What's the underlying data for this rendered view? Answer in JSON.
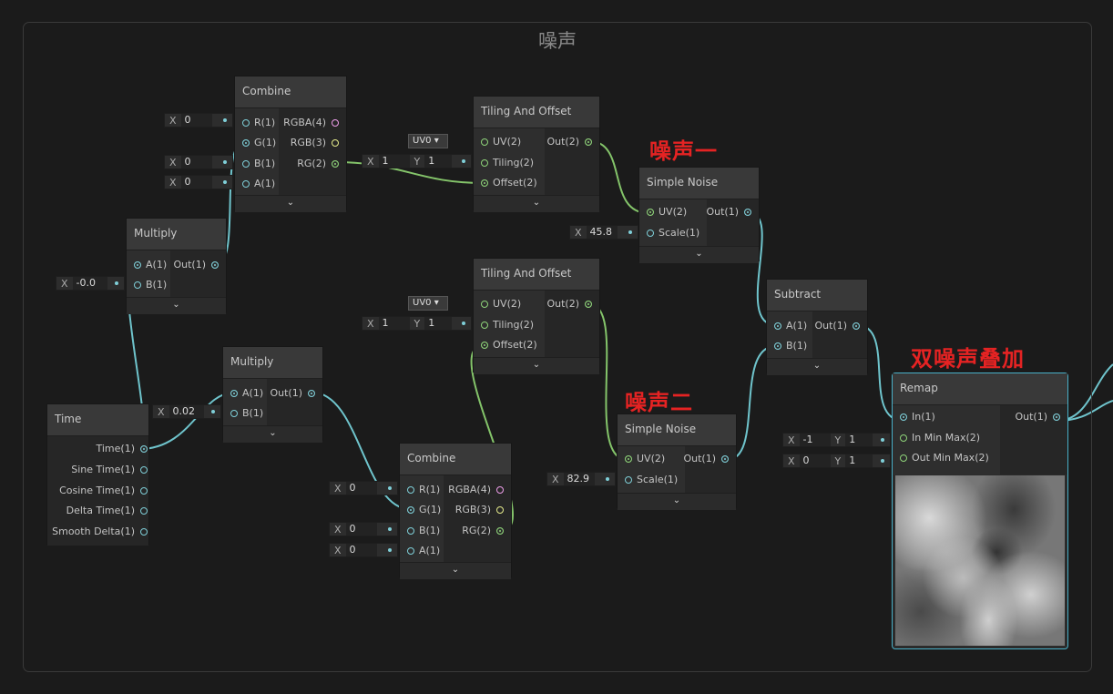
{
  "group_title": "噪声",
  "annotations": [
    "噪声一",
    "噪声二",
    "双噪声叠加"
  ],
  "fold_glyph": "⌄",
  "nodes": {
    "combine_top": {
      "title": "Combine",
      "inputs": [
        "R(1)",
        "G(1)",
        "B(1)",
        "A(1)"
      ],
      "outputs": [
        "RGBA(4)",
        "RGB(3)",
        "RG(2)"
      ],
      "fields": [
        {
          "x": "X",
          "v": "0"
        },
        {
          "x": "X",
          "v": "0"
        },
        {
          "x": "X",
          "v": "0"
        }
      ]
    },
    "tiling_top": {
      "title": "Tiling And Offset",
      "inputs": [
        "UV(2)",
        "Tiling(2)",
        "Offset(2)"
      ],
      "outputs": [
        "Out(2)"
      ],
      "uv": "UV0 ▾",
      "tiling": {
        "x": "X",
        "xv": "1",
        "y": "Y",
        "yv": "1"
      }
    },
    "simple_noise_1": {
      "title": "Simple Noise",
      "inputs": [
        "UV(2)",
        "Scale(1)"
      ],
      "outputs": [
        "Out(1)"
      ],
      "scale": {
        "x": "X",
        "v": "45.8"
      }
    },
    "multiply_top": {
      "title": "Multiply",
      "inputs": [
        "A(1)",
        "B(1)"
      ],
      "outputs": [
        "Out(1)"
      ],
      "b": {
        "x": "X",
        "v": "-0.0"
      }
    },
    "tiling_bottom": {
      "title": "Tiling And Offset",
      "inputs": [
        "UV(2)",
        "Tiling(2)",
        "Offset(2)"
      ],
      "outputs": [
        "Out(2)"
      ],
      "uv": "UV0 ▾",
      "tiling": {
        "x": "X",
        "xv": "1",
        "y": "Y",
        "yv": "1"
      }
    },
    "subtract": {
      "title": "Subtract",
      "inputs": [
        "A(1)",
        "B(1)"
      ],
      "outputs": [
        "Out(1)"
      ]
    },
    "multiply_bottom": {
      "title": "Multiply",
      "inputs": [
        "A(1)",
        "B(1)"
      ],
      "outputs": [
        "Out(1)"
      ],
      "b": {
        "x": "X",
        "v": "0.02"
      }
    },
    "time": {
      "title": "Time",
      "outputs": [
        "Time(1)",
        "Sine Time(1)",
        "Cosine Time(1)",
        "Delta Time(1)",
        "Smooth Delta(1)"
      ]
    },
    "simple_noise_2": {
      "title": "Simple Noise",
      "inputs": [
        "UV(2)",
        "Scale(1)"
      ],
      "outputs": [
        "Out(1)"
      ],
      "scale": {
        "x": "X",
        "v": "82.9"
      }
    },
    "combine_bottom": {
      "title": "Combine",
      "inputs": [
        "R(1)",
        "G(1)",
        "B(1)",
        "A(1)"
      ],
      "outputs": [
        "RGBA(4)",
        "RGB(3)",
        "RG(2)"
      ],
      "fields": [
        {
          "x": "X",
          "v": "0"
        },
        {
          "x": "X",
          "v": "0"
        },
        {
          "x": "X",
          "v": "0"
        }
      ]
    },
    "remap": {
      "title": "Remap",
      "inputs": [
        "In(1)",
        "In Min Max(2)",
        "Out Min Max(2)"
      ],
      "outputs": [
        "Out(1)"
      ],
      "in_min_max": {
        "x": "X",
        "xv": "-1",
        "y": "Y",
        "yv": "1"
      },
      "out_min_max": {
        "x": "X",
        "xv": "0",
        "y": "Y",
        "yv": "1"
      }
    }
  },
  "colors": {
    "float_wire": "#6fc4cc",
    "vector2_wire": "#84c46a",
    "remap_border": "#49b0c8",
    "annotation": "#e52323"
  }
}
